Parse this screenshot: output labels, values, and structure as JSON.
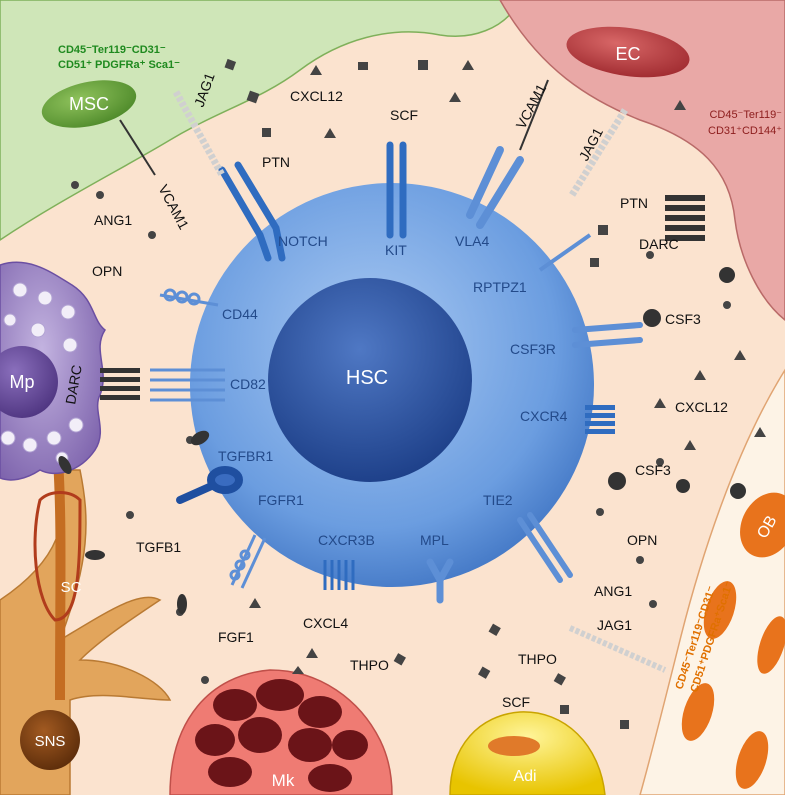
{
  "cells": {
    "hsc": "HSC",
    "msc": "MSC",
    "ec": "EC",
    "mp": "Mp",
    "sc": "SC",
    "sns": "SNS",
    "mk": "Mk",
    "adi": "Adi",
    "ob": "OB"
  },
  "phenotypes": {
    "msc_line1": "CD45⁻Ter119⁻CD31⁻",
    "msc_line2": "CD51⁺ PDGFRa⁺ Sca1⁻",
    "ec_line1": "CD45⁻Ter119⁻",
    "ec_line2": "CD31⁺CD144⁺",
    "ob_line1": "CD45⁻Ter119⁻CD31⁻",
    "ob_line2": "CD51⁺PDGFRa⁺Sca1⁻"
  },
  "receptors": {
    "notch": "NOTCH",
    "kit": "KIT",
    "vla4": "VLA4",
    "rptpz1": "RPTPZ1",
    "cd44": "CD44",
    "csf3r": "CSF3R",
    "cd82": "CD82",
    "cxcr4": "CXCR4",
    "tgfbr1": "TGFBR1",
    "tie2": "TIE2",
    "fgfr1": "FGFR1",
    "cxcr3b": "CXCR3B",
    "mpl": "MPL"
  },
  "ligands": {
    "cxcl12_top": "CXCL12",
    "scf_top": "SCF",
    "jag1_left": "JAG1",
    "ptn_left": "PTN",
    "vcam1_left": "VCAM1",
    "vcam1_right": "VCAM1",
    "jag1_right": "JAG1",
    "ptn_right": "PTN",
    "darc_right": "DARC",
    "ang1_left": "ANG1",
    "opn_left": "OPN",
    "darc_left": "DARC",
    "csf3_a": "CSF3",
    "cxcl12_right": "CXCL12",
    "csf3_b": "CSF3",
    "opn_right": "OPN",
    "ang1_right": "ANG1",
    "jag1_bottom": "JAG1",
    "tgfb1": "TGFB1",
    "fgf1": "FGF1",
    "cxcl4": "CXCL4",
    "thpo_left": "THPO",
    "thpo_right": "THPO",
    "scf_bottom": "SCF"
  },
  "colors": {
    "background": "#fbe3cf",
    "msc_region": "#cfe6b8",
    "ec_region": "#e9a8a6",
    "mp_cell": "#a58fc6",
    "sns_cell": "#e2a55c",
    "mk_cell": "#ef7b73",
    "adi_cell": "#f6e21a",
    "ob_cell": "#fdf3e6",
    "hsc_cell": "#5d8fd6",
    "receptor_blue": "#2f6cc0",
    "green_text": "#1f8a1f",
    "red_text": "#8c1c1c",
    "orange_text": "#e07000"
  }
}
